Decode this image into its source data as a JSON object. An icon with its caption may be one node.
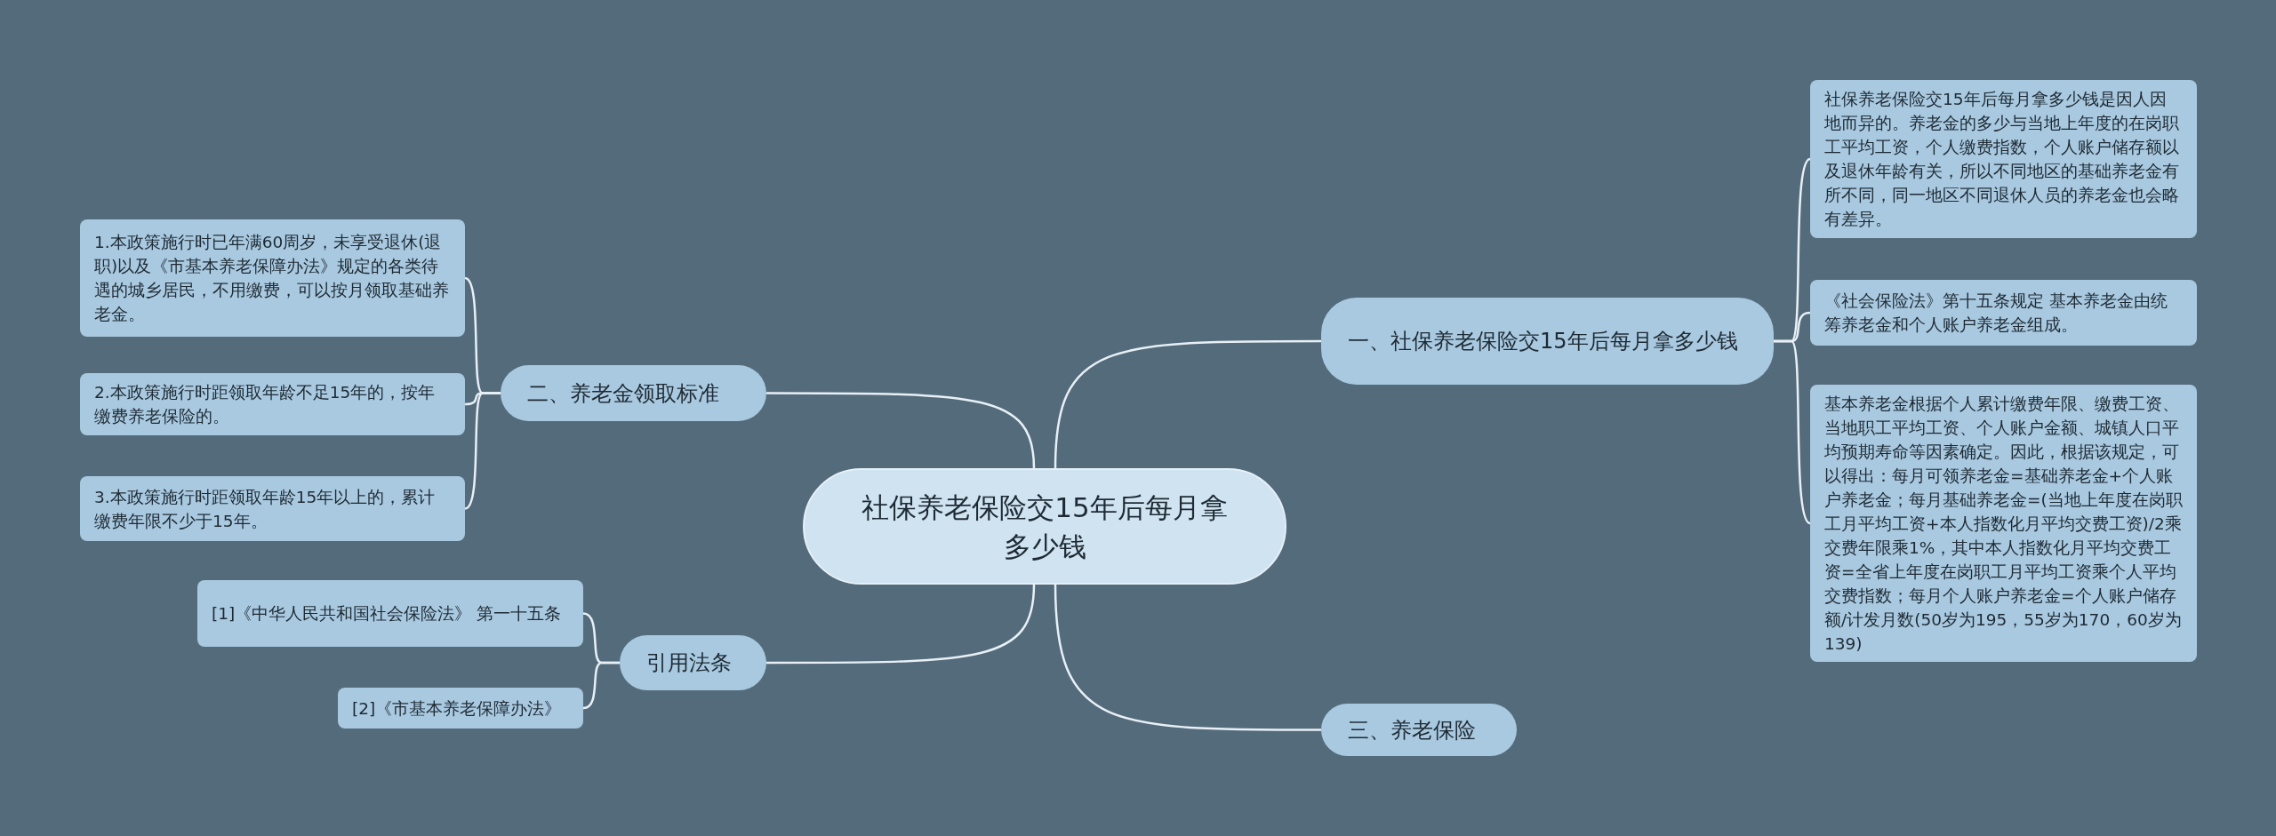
{
  "diagram": {
    "nodes": [
      {
        "text": [
          "社保养老保险交15年后每月拿多少钱"
        ]
      },
      {
        "text": [
          "一、社保养老保险交15年后每月拿多少钱"
        ]
      },
      {
        "text": [
          "社保养老保险交15年后每月拿多少钱是因人因地而异的。养老金的多少与当地上年度的在岗职工平均工资，个人缴费指数，个人账户储存额以及退休年龄有关，所以不同地区的基础养老金有所不同，同一地区不同退休人员的养老金也会略有差异。"
        ]
      },
      {
        "text": [
          "《社会保险法》第十五条规定 基本养老金由统筹养老金和个人账户养老金组成。"
        ]
      },
      {
        "text": [
          "基本养老金根据个人累计缴费年限、缴费工资、当地职工平均工资、个人账户金额、城镇人口平均预期寿命等因素确定。因此，根据该规定，可以得出：每月可领养老金=基础养老金+个人账户养老金；每月基础养老金=(当地上年度在岗职工月平均工资+本人指数化月平均交费工资)/2乘交费年限乘1%，其中本人指数化月平均交费工资=全省上年度在岗职工月平均工资乘个人平均交费指数；每月个人账户养老金=个人账户储存额/计发月数(50岁为195，55岁为170，60岁为139)"
        ]
      },
      {
        "text": [
          "三、养老保险"
        ]
      },
      {
        "text": [
          "二、养老金领取标准"
        ]
      },
      {
        "text": [
          "1.本政策施行时已年满60周岁，未享受退休(退职)以及《市基本养老保障办法》规定的各类待遇的城乡居民，不用缴费，可以按月领取基础养老金。"
        ]
      },
      {
        "text": [
          "2.本政策施行时距领取年龄不足15年的，按年缴费养老保险的。"
        ]
      },
      {
        "text": [
          "3.本政策施行时距领取年龄15年以上的，累计缴费年限不少于15年。"
        ]
      },
      {
        "text": [
          "引用法条"
        ]
      },
      {
        "text": [
          "[1]《中华人民共和国社会保险法》 第一十五条"
        ]
      },
      {
        "text": [
          "[2]《市基本养老保障办法》"
        ]
      }
    ],
    "edges": [
      {
        "from": 0,
        "to": 1,
        "arrow": "none"
      },
      {
        "from": 1,
        "to": 2,
        "arrow": "none"
      },
      {
        "from": 1,
        "to": 3,
        "arrow": "none"
      },
      {
        "from": 1,
        "to": 4,
        "arrow": "none"
      },
      {
        "from": 0,
        "to": 5,
        "arrow": "none"
      },
      {
        "from": 0,
        "to": 6,
        "arrow": "none"
      },
      {
        "from": 6,
        "to": 7,
        "arrow": "none"
      },
      {
        "from": 6,
        "to": 8,
        "arrow": "none"
      },
      {
        "from": 6,
        "to": 9,
        "arrow": "none"
      },
      {
        "from": 0,
        "to": 10,
        "arrow": "none"
      },
      {
        "from": 10,
        "to": 11,
        "arrow": "none"
      },
      {
        "from": 10,
        "to": 12,
        "arrow": "none"
      }
    ]
  }
}
